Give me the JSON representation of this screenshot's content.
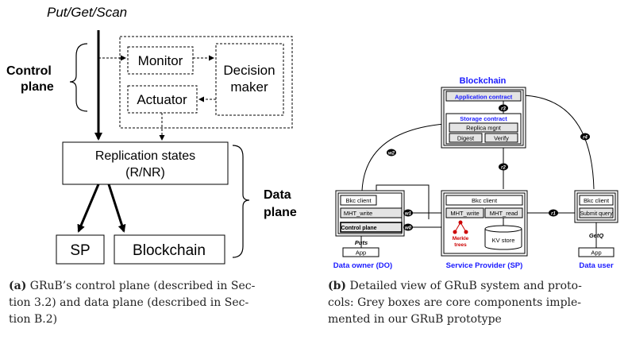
{
  "left": {
    "top_label": "Put/Get/Scan",
    "control_plane_label": [
      "Control",
      "plane"
    ],
    "data_plane_label": [
      "Data",
      "plane"
    ],
    "monitor": "Monitor",
    "decision_maker": [
      "Decision",
      "maker"
    ],
    "actuator": "Actuator",
    "replication_states": [
      "Replication states",
      "(R/NR)"
    ],
    "sp": "SP",
    "blockchain": "Blockchain"
  },
  "right": {
    "blockchain_title": "Blockchain",
    "application_contract": "Application contract",
    "storage_contract": "Storage contract",
    "replica_mgnt": "Replica mgnt",
    "digest": "Digest",
    "verify": "Verify",
    "do": {
      "bkc_client": "Bkc client",
      "mht_write": "MHT_write",
      "control_plane": "Control plane",
      "puts": "Puts",
      "app": "App",
      "label": "Data owner (DO)"
    },
    "sp": {
      "bkc_client": "Bkc client",
      "mht_write": "MHT_write",
      "mht_read": "MHT_read",
      "merkle_trees": [
        "Merkle",
        "trees"
      ],
      "kv_store": "KV store",
      "label": "Service Provider (SP)"
    },
    "du": {
      "bkc_client": "Bkc client",
      "submit_query": "Submit query",
      "getq": "GetQ",
      "app": "App",
      "label": "Data user"
    },
    "badges": {
      "r3": "r3",
      "r2": "r2",
      "r4": "r4",
      "w2": "w2",
      "w1": "w1",
      "w0": "w0",
      "r1": "r1"
    }
  },
  "captions": {
    "a_tag": "(a)",
    "a_text": "GRuB’s control plane (described in Sec-tion 3.2) and data plane (described in Sec-tion B.2)",
    "a_lines": [
      "GRuB’s control plane (described in Sec-",
      "tion 3.2) and data plane (described in Sec-",
      "tion B.2)"
    ],
    "b_tag": "(b)",
    "b_lines": [
      "Detailed view of GRuB system and proto-",
      "cols: Grey boxes are core components imple-",
      "mented in our GRuB prototype"
    ]
  },
  "colors": {
    "blue_label": "#1a1aff",
    "grey_box": "#e4e4e4",
    "merkle_red": "#cc0000"
  }
}
